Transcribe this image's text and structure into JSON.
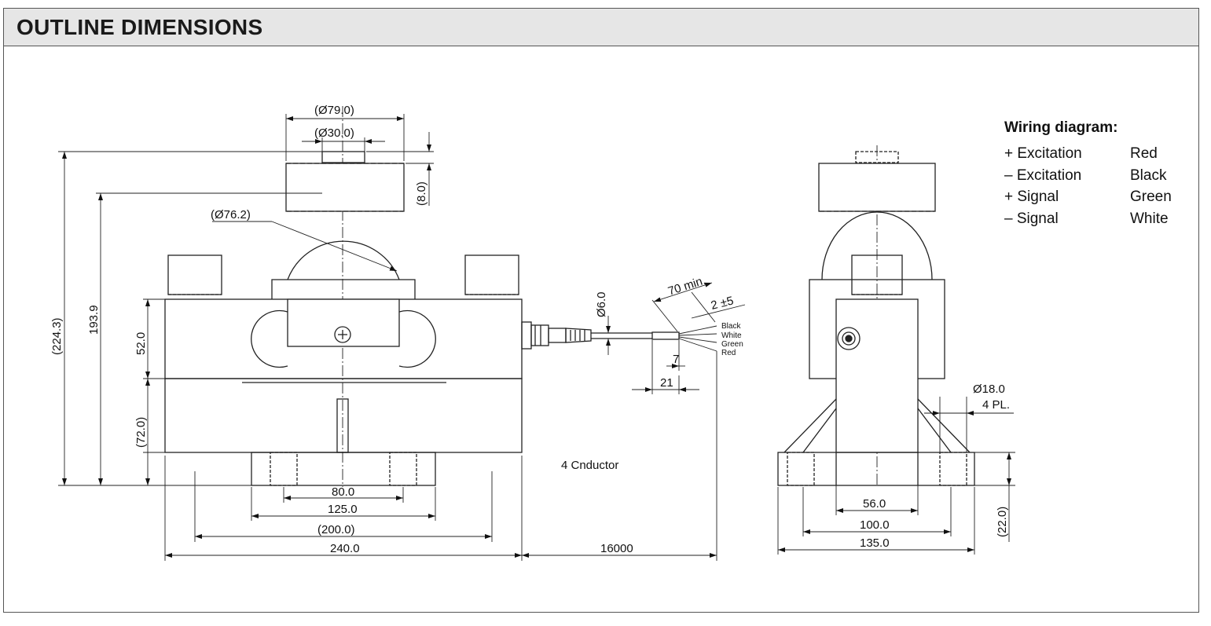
{
  "header": {
    "title": "OUTLINE DIMENSIONS"
  },
  "front_view": {
    "dims": {
      "d79": "(Ø79.0)",
      "d30": "(Ø30.0)",
      "d76": "(Ø76.2)",
      "h8": "(8.0)",
      "h224": "(224.3)",
      "h193": "193.9",
      "h52": "52.0",
      "h72": "(72.0)",
      "w80": "80.0",
      "w125": "125.0",
      "w200": "(200.0)",
      "w240": "240.0"
    }
  },
  "cable": {
    "dia": "Ø6.0",
    "strip": "70 min.",
    "tin": "2 ±5",
    "d7": "7",
    "d21": "21",
    "length": "16000",
    "conductor_note": "4 Cnductor",
    "wires": [
      "Black",
      "White",
      "Green",
      "Red"
    ]
  },
  "side_view": {
    "dims": {
      "hole": "Ø18.0",
      "pl": "4 PL.",
      "w56": "56.0",
      "w100": "100.0",
      "w135": "135.0",
      "h22": "(22.0)"
    }
  },
  "wiring": {
    "title": "Wiring diagram:",
    "rows": [
      {
        "fn": "+ Excitation",
        "color": "Red"
      },
      {
        "fn": "– Excitation",
        "color": "Black"
      },
      {
        "fn": "+ Signal",
        "color": "Green"
      },
      {
        "fn": "– Signal",
        "color": "White"
      }
    ]
  }
}
